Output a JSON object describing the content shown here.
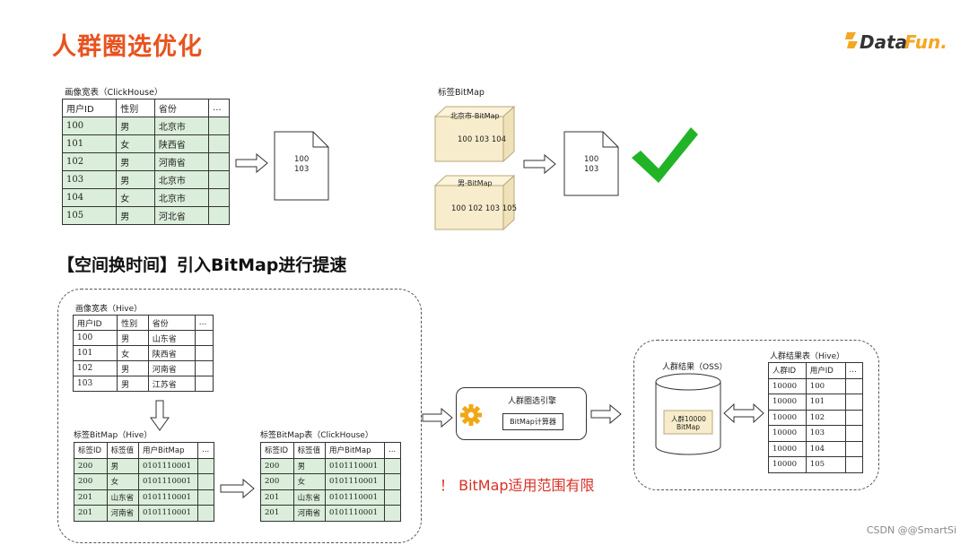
{
  "title": "人群圈选优化",
  "logo_text": "DataFun.",
  "subtitle": "【空间换时间】引入BitMap进行提速",
  "top": {
    "wide_table_caption": "画像宽表（ClickHouse）",
    "wide_table": {
      "headers": [
        "用户ID",
        "性别",
        "省份",
        "..."
      ],
      "rows": [
        [
          "100",
          "男",
          "北京市",
          ""
        ],
        [
          "101",
          "女",
          "陕西省",
          ""
        ],
        [
          "102",
          "男",
          "河南省",
          ""
        ],
        [
          "103",
          "男",
          "北京市",
          ""
        ],
        [
          "104",
          "女",
          "北京市",
          ""
        ],
        [
          "105",
          "男",
          "河北省",
          ""
        ]
      ]
    },
    "result_doc_1": [
      "100",
      "103"
    ],
    "bitmap_caption": "标签BitMap",
    "bitmap_box_1": {
      "label": "北京市-BitMap",
      "values": "100  103  104"
    },
    "bitmap_box_2": {
      "label": "男-BitMap",
      "values": "100 102 103 105"
    },
    "result_doc_2": [
      "100",
      "103"
    ]
  },
  "bottom": {
    "hive_table_caption": "画像宽表（Hive）",
    "hive_table": {
      "headers": [
        "用户ID",
        "性别",
        "省份",
        "..."
      ],
      "rows": [
        [
          "100",
          "男",
          "山东省",
          ""
        ],
        [
          "101",
          "女",
          "陕西省",
          ""
        ],
        [
          "102",
          "男",
          "河南省",
          ""
        ],
        [
          "103",
          "男",
          "江苏省",
          ""
        ]
      ]
    },
    "tag_bitmap_hive_caption": "标签BitMap（Hive）",
    "tag_bitmap_hive": {
      "headers": [
        "标签ID",
        "标签值",
        "用户BitMap",
        "..."
      ],
      "rows": [
        [
          "200",
          "男",
          "0101110001",
          ""
        ],
        [
          "200",
          "女",
          "0101110001",
          ""
        ],
        [
          "201",
          "山东省",
          "0101110001",
          ""
        ],
        [
          "201",
          "河南省",
          "0101110001",
          ""
        ]
      ]
    },
    "tag_bitmap_ch_caption": "标签BitMap表（ClickHouse）",
    "tag_bitmap_ch": {
      "headers": [
        "标签ID",
        "标签值",
        "用户BitMap",
        "..."
      ],
      "rows": [
        [
          "200",
          "男",
          "0101110001",
          ""
        ],
        [
          "200",
          "女",
          "0101110001",
          ""
        ],
        [
          "201",
          "山东省",
          "0101110001",
          ""
        ],
        [
          "201",
          "河南省",
          "0101110001",
          ""
        ]
      ]
    },
    "engine_title": "人群圈选引擎",
    "engine_calc": "BitMap计算器",
    "oss_caption": "人群结果（OSS）",
    "oss_cylinder_label_1": "人群10000",
    "oss_cylinder_label_2": "BitMap",
    "result_table_caption": "人群结果表（Hive）",
    "result_table": {
      "headers": [
        "人群ID",
        "用户ID",
        "..."
      ],
      "rows": [
        [
          "10000",
          "100",
          ""
        ],
        [
          "10000",
          "101",
          ""
        ],
        [
          "10000",
          "102",
          ""
        ],
        [
          "10000",
          "103",
          ""
        ],
        [
          "10000",
          "104",
          ""
        ],
        [
          "10000",
          "105",
          ""
        ]
      ]
    }
  },
  "note": "！ BitMap适用范围有限",
  "footer": "CSDN @@SmartSi",
  "colors": {
    "title": "#e8531f",
    "table_green": "#dbeedb",
    "cube": "#f7eccb",
    "check": "#22b427",
    "note": "#d93025"
  }
}
